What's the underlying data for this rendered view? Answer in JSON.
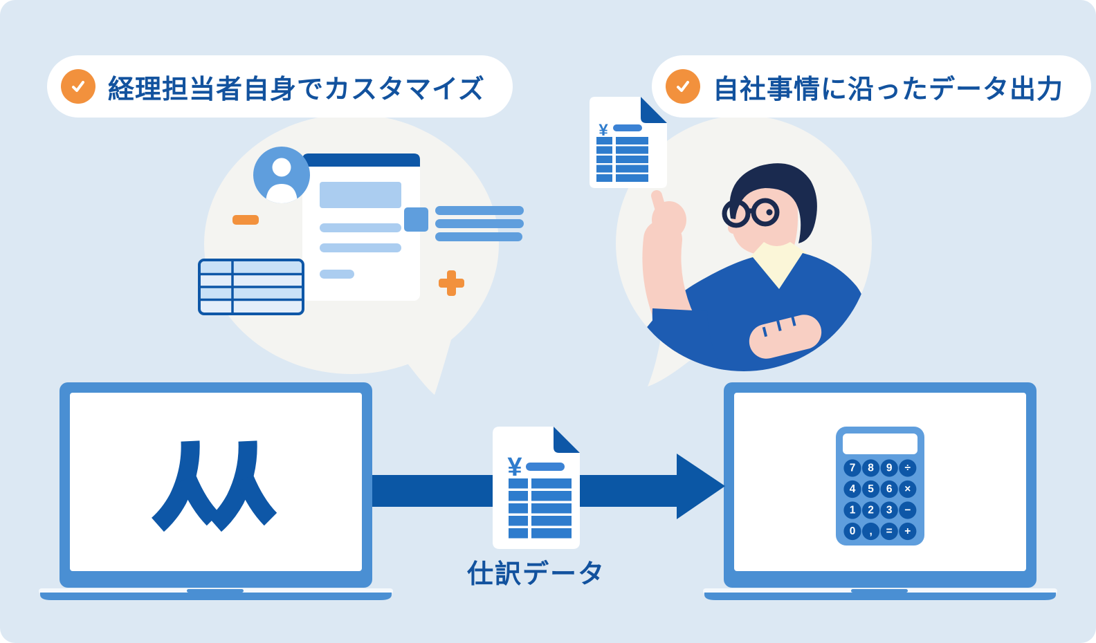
{
  "palette": {
    "background": "#dce8f3",
    "accent_orange": "#f2913d",
    "dark_blue": "#0e57a7",
    "frame_blue": "#4a8fd3",
    "sky_blue": "#5f9edd",
    "light_blue": "#abcdf0",
    "pale_blue": "#c9e1f7",
    "bubble_gray": "#f4f4f1",
    "text_blue": "#12529e",
    "doc_bar_blue": "#2e7ccd",
    "skin_pink": "#f8cfc3",
    "hair_navy": "#1a2a4f",
    "sweater_blue": "#1d5cb2",
    "collar_cream": "#fbf6d8"
  },
  "badges": {
    "left": {
      "icon": "check",
      "label": "経理担当者自身でカスタマイズ"
    },
    "right": {
      "icon": "check",
      "label": "自社事情に沿ったデータ出力"
    }
  },
  "documents": {
    "journal_large": {
      "currency_symbol": "¥",
      "label": "仕訳データ"
    },
    "journal_small": {
      "currency_symbol": "¥"
    }
  },
  "laptops": {
    "source": {
      "logo_glyph": "从"
    },
    "target": {
      "calculator": {
        "keys": [
          "7",
          "8",
          "9",
          "÷",
          "4",
          "5",
          "6",
          "×",
          "1",
          "2",
          "3",
          "−",
          "0",
          ",",
          "=",
          "+"
        ]
      }
    }
  }
}
